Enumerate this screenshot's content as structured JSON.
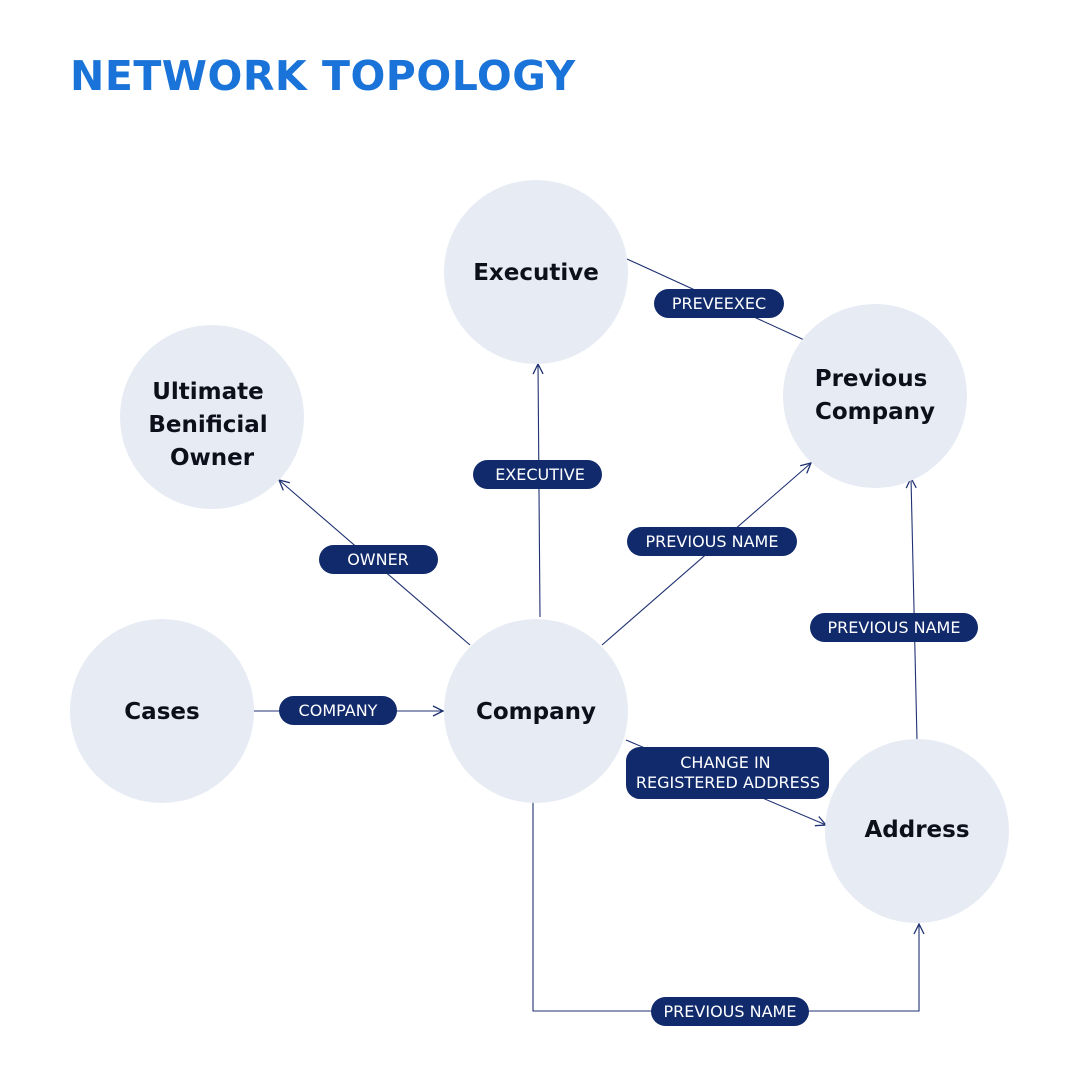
{
  "title": "NETWORK TOPOLOGY",
  "colors": {
    "title": "#1a73d8",
    "node_fill": "#e7ebf4",
    "edge": "#1f3272",
    "label_fill": "#102a6b",
    "label_text": "#ffffff"
  },
  "nodes": {
    "executive": [
      "Executive"
    ],
    "ubo": [
      "Ultimate",
      "Benificial",
      "Owner"
    ],
    "previous_company": [
      "Previous",
      "Company"
    ],
    "cases": [
      "Cases"
    ],
    "company": [
      "Company"
    ],
    "address": [
      "Address"
    ]
  },
  "edges": {
    "preveexec": [
      "PREVEEXEC"
    ],
    "executive": [
      "EXECUTIVE"
    ],
    "owner": [
      "OWNER"
    ],
    "previous_name_company": [
      "PREVIOUS NAME"
    ],
    "previous_name_address": [
      "PREVIOUS NAME"
    ],
    "company": [
      "COMPANY"
    ],
    "change_address": [
      "CHANGE IN",
      "REGISTERED ADDRESS"
    ],
    "previous_name_bottom": [
      "PREVIOUS NAME"
    ]
  }
}
